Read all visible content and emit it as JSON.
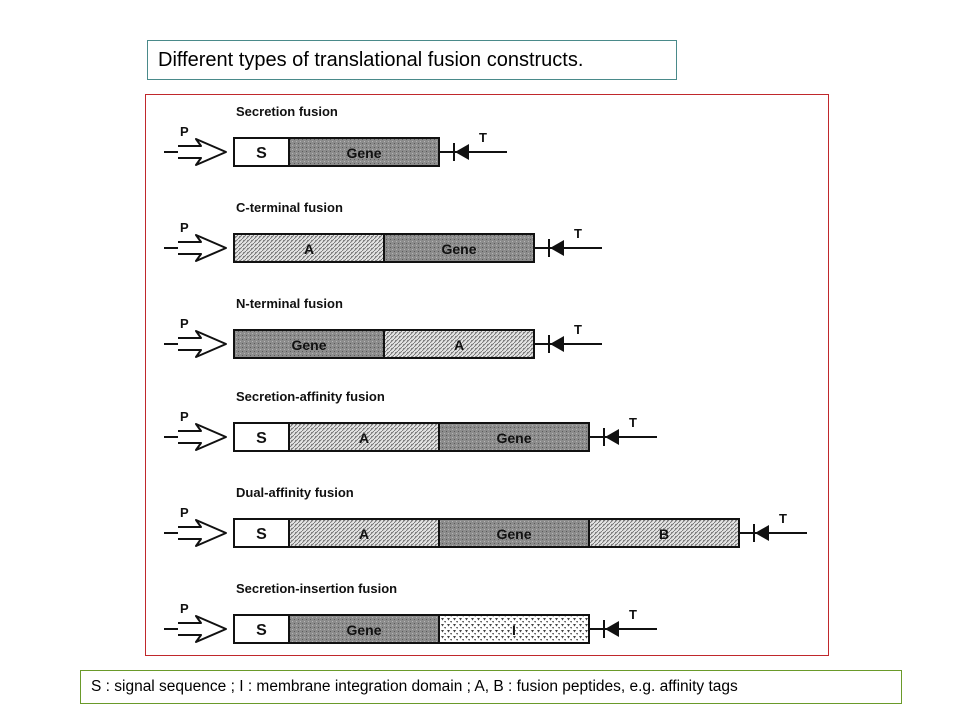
{
  "title": "Different types of translational fusion constructs.",
  "legend": "S : signal sequence ; I : membrane integration domain ; A, B : fusion peptides, e.g. affinity tags",
  "promoter_label": "P",
  "terminator_label": "T",
  "constructs": [
    {
      "name": "Secretion fusion",
      "segments": [
        {
          "label": "S",
          "kind": "signal"
        },
        {
          "label": "Gene",
          "kind": "gene"
        }
      ]
    },
    {
      "name": "C-terminal fusion",
      "segments": [
        {
          "label": "A",
          "kind": "affinity"
        },
        {
          "label": "Gene",
          "kind": "gene"
        }
      ]
    },
    {
      "name": "N-terminal fusion",
      "segments": [
        {
          "label": "Gene",
          "kind": "gene"
        },
        {
          "label": "A",
          "kind": "affinity"
        }
      ]
    },
    {
      "name": "Secretion-affinity fusion",
      "segments": [
        {
          "label": "S",
          "kind": "signal"
        },
        {
          "label": "A",
          "kind": "affinity"
        },
        {
          "label": "Gene",
          "kind": "gene"
        }
      ]
    },
    {
      "name": "Dual-affinity fusion",
      "segments": [
        {
          "label": "S",
          "kind": "signal"
        },
        {
          "label": "A",
          "kind": "affinity"
        },
        {
          "label": "Gene",
          "kind": "gene"
        },
        {
          "label": "B",
          "kind": "affinity"
        }
      ]
    },
    {
      "name": "Secretion-insertion fusion",
      "segments": [
        {
          "label": "S",
          "kind": "signal"
        },
        {
          "label": "Gene",
          "kind": "gene"
        },
        {
          "label": "I",
          "kind": "insertion"
        }
      ]
    }
  ]
}
